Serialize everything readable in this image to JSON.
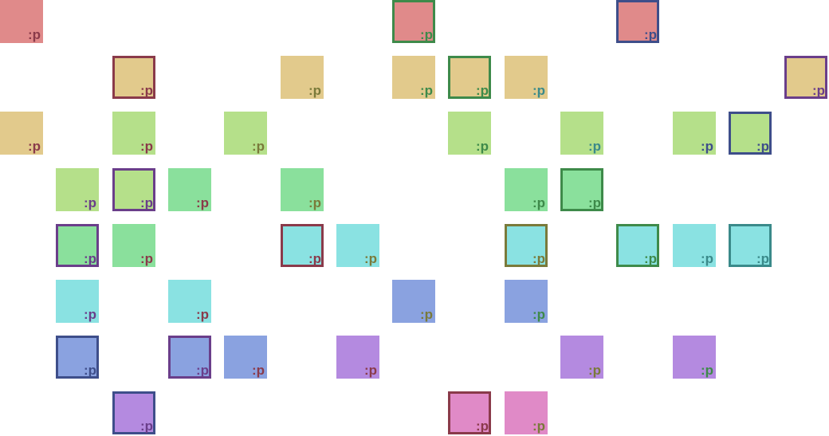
{
  "label": ":p",
  "palette": {
    "fill": {
      "red": "#e08a8a",
      "yellow": "#e2ca8c",
      "lime": "#b5e08a",
      "green": "#8ae09c",
      "cyan": "#8ae2e2",
      "blue": "#8aa2e0",
      "purple": "#b48ae0",
      "pink": "#e08ac7"
    },
    "ink": {
      "maroon": "#8a3a4a",
      "olive": "#7a7a3a",
      "green": "#3e8a4a",
      "teal": "#3a8a8a",
      "navy": "#3e4e8a",
      "plum": "#6a3e8a"
    }
  },
  "tiles": [
    {
      "row": 0,
      "col": 0,
      "fill": "red",
      "text": "maroon",
      "border": null
    },
    {
      "row": 0,
      "col": 7,
      "fill": "red",
      "text": "green",
      "border": "green"
    },
    {
      "row": 0,
      "col": 11,
      "fill": "red",
      "text": "navy",
      "border": "navy"
    },
    {
      "row": 1,
      "col": 2,
      "fill": "yellow",
      "text": "maroon",
      "border": "maroon"
    },
    {
      "row": 1,
      "col": 5,
      "fill": "yellow",
      "text": "olive",
      "border": null
    },
    {
      "row": 1,
      "col": 7,
      "fill": "yellow",
      "text": "green",
      "border": null
    },
    {
      "row": 1,
      "col": 8,
      "fill": "yellow",
      "text": "green",
      "border": "green"
    },
    {
      "row": 1,
      "col": 9,
      "fill": "yellow",
      "text": "teal",
      "border": null
    },
    {
      "row": 1,
      "col": 14,
      "fill": "yellow",
      "text": "plum",
      "border": "plum"
    },
    {
      "row": 2,
      "col": 0,
      "fill": "yellow",
      "text": "maroon",
      "border": null
    },
    {
      "row": 2,
      "col": 2,
      "fill": "lime",
      "text": "maroon",
      "border": null
    },
    {
      "row": 2,
      "col": 4,
      "fill": "lime",
      "text": "olive",
      "border": null
    },
    {
      "row": 2,
      "col": 8,
      "fill": "lime",
      "text": "green",
      "border": null
    },
    {
      "row": 2,
      "col": 10,
      "fill": "lime",
      "text": "teal",
      "border": null
    },
    {
      "row": 2,
      "col": 12,
      "fill": "lime",
      "text": "navy",
      "border": null
    },
    {
      "row": 2,
      "col": 13,
      "fill": "lime",
      "text": "navy",
      "border": "navy"
    },
    {
      "row": 3,
      "col": 1,
      "fill": "lime",
      "text": "plum",
      "border": null
    },
    {
      "row": 3,
      "col": 2,
      "fill": "lime",
      "text": "plum",
      "border": "plum"
    },
    {
      "row": 3,
      "col": 3,
      "fill": "green",
      "text": "maroon",
      "border": null
    },
    {
      "row": 3,
      "col": 5,
      "fill": "green",
      "text": "olive",
      "border": null
    },
    {
      "row": 3,
      "col": 9,
      "fill": "green",
      "text": "green",
      "border": null
    },
    {
      "row": 3,
      "col": 10,
      "fill": "green",
      "text": "green",
      "border": "green"
    },
    {
      "row": 4,
      "col": 1,
      "fill": "green",
      "text": "plum",
      "border": "plum"
    },
    {
      "row": 4,
      "col": 2,
      "fill": "green",
      "text": "maroon",
      "border": null
    },
    {
      "row": 4,
      "col": 5,
      "fill": "cyan",
      "text": "maroon",
      "border": "maroon"
    },
    {
      "row": 4,
      "col": 6,
      "fill": "cyan",
      "text": "olive",
      "border": null
    },
    {
      "row": 4,
      "col": 9,
      "fill": "cyan",
      "text": "olive",
      "border": "olive"
    },
    {
      "row": 4,
      "col": 11,
      "fill": "cyan",
      "text": "green",
      "border": "green"
    },
    {
      "row": 4,
      "col": 12,
      "fill": "cyan",
      "text": "teal",
      "border": null
    },
    {
      "row": 4,
      "col": 13,
      "fill": "cyan",
      "text": "teal",
      "border": "teal"
    },
    {
      "row": 5,
      "col": 1,
      "fill": "cyan",
      "text": "plum",
      "border": null
    },
    {
      "row": 5,
      "col": 3,
      "fill": "cyan",
      "text": "maroon",
      "border": null
    },
    {
      "row": 5,
      "col": 7,
      "fill": "blue",
      "text": "olive",
      "border": null
    },
    {
      "row": 5,
      "col": 9,
      "fill": "blue",
      "text": "green",
      "border": null
    },
    {
      "row": 6,
      "col": 1,
      "fill": "blue",
      "text": "navy",
      "border": "navy"
    },
    {
      "row": 6,
      "col": 3,
      "fill": "blue",
      "text": "plum",
      "border": "plum"
    },
    {
      "row": 6,
      "col": 4,
      "fill": "blue",
      "text": "maroon",
      "border": null
    },
    {
      "row": 6,
      "col": 6,
      "fill": "purple",
      "text": "maroon",
      "border": null
    },
    {
      "row": 6,
      "col": 10,
      "fill": "purple",
      "text": "olive",
      "border": null
    },
    {
      "row": 6,
      "col": 12,
      "fill": "purple",
      "text": "green",
      "border": null
    },
    {
      "row": 7,
      "col": 2,
      "fill": "purple",
      "text": "plum",
      "border": "navy"
    },
    {
      "row": 7,
      "col": 8,
      "fill": "pink",
      "text": "maroon",
      "border": "maroon"
    },
    {
      "row": 7,
      "col": 9,
      "fill": "pink",
      "text": "olive",
      "border": null
    }
  ]
}
